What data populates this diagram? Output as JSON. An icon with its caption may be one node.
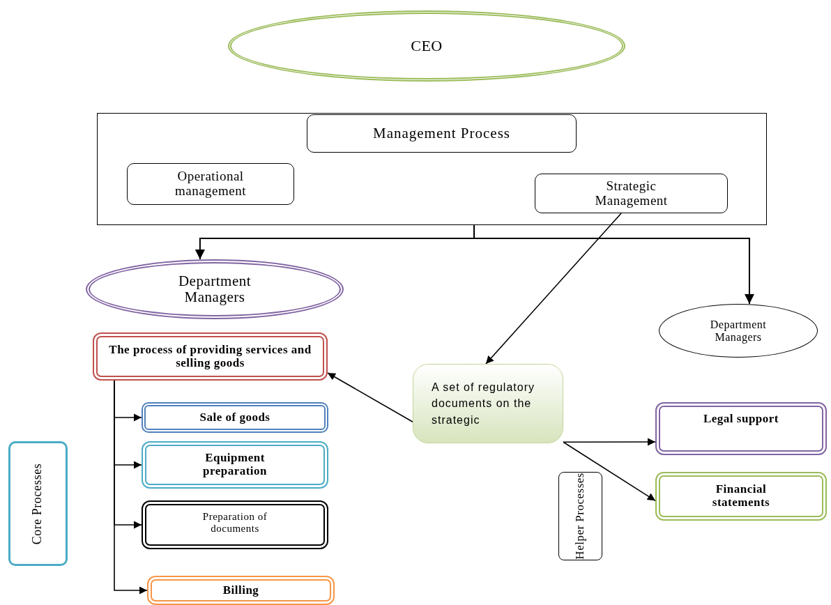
{
  "diagram": {
    "nodes": [
      {
        "text": [
          "CEO"
        ]
      },
      {
        "text": [],
        "shape": "box"
      },
      {
        "text": [
          "Management Process"
        ],
        "in": 1
      },
      {
        "text": [
          "Operational management"
        ],
        "in": 1
      },
      {
        "text": [
          "Strategic Management"
        ],
        "in": 1
      },
      {
        "text": [
          "Department Managers"
        ]
      },
      {
        "text": [
          "Department Managers"
        ]
      },
      {
        "text": [
          "The process of providing services and selling goods"
        ]
      },
      {
        "text": [
          "A set of regulatory documents on the strategic"
        ]
      },
      {
        "text": [
          "Legal support"
        ]
      },
      {
        "text": [
          "Sale of goods"
        ]
      },
      {
        "text": [
          "Equipment preparation"
        ]
      },
      {
        "text": [
          "Preparation of documents"
        ]
      },
      {
        "text": [
          "Financial statements"
        ]
      },
      {
        "text": [
          "Core Processes"
        ]
      },
      {
        "text": [
          "Helper Processes"
        ]
      },
      {
        "text": [
          "Billing"
        ]
      }
    ],
    "edges": [
      {
        "from": 1,
        "to": 5,
        "arrow": "to"
      },
      {
        "from": 1,
        "to": 6,
        "arrow": "to"
      },
      {
        "from": 4,
        "to": 8,
        "arrow": "to"
      },
      {
        "from": 8,
        "to": 7,
        "arrow": "to"
      },
      {
        "from": 8,
        "to": 9,
        "arrow": "to"
      },
      {
        "from": 8,
        "to": 13,
        "arrow": "to"
      },
      {
        "from": 7,
        "to": 10,
        "arrow": "to"
      },
      {
        "from": 7,
        "to": 11,
        "arrow": "to"
      },
      {
        "from": 7,
        "to": 12,
        "arrow": "to"
      },
      {
        "from": 7,
        "to": 16,
        "arrow": "to"
      }
    ]
  }
}
